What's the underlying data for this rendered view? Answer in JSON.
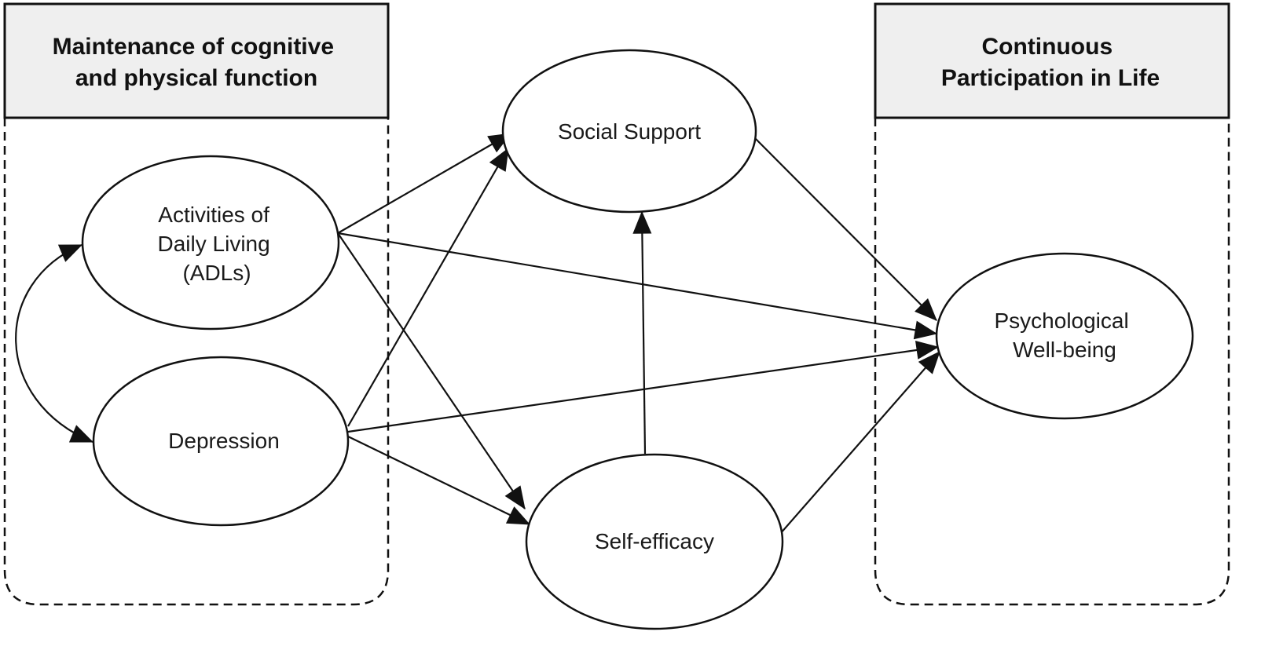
{
  "groups": {
    "left_title": [
      "Maintenance of cognitive",
      "and physical function"
    ],
    "right_title": [
      "Continuous",
      "Participation in Life"
    ]
  },
  "nodes": {
    "adl": [
      "Activities of",
      "Daily Living",
      "(ADLs)"
    ],
    "depression": [
      "Depression"
    ],
    "social_support": [
      "Social Support"
    ],
    "self_efficacy": [
      "Self-efficacy"
    ],
    "well_being": [
      "Psychological",
      "Well-being"
    ]
  },
  "colors": {
    "stroke": "#111111",
    "header_fill": "#efefef"
  }
}
